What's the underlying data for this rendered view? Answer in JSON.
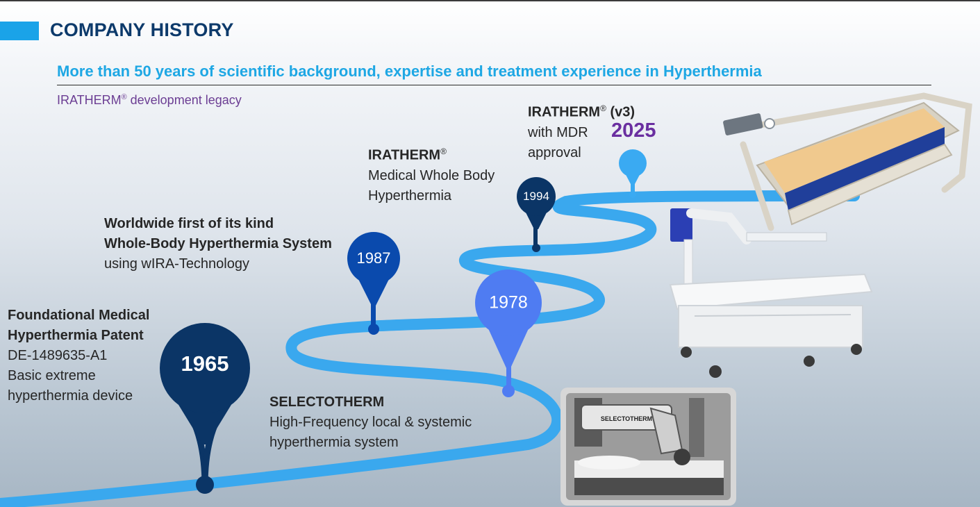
{
  "header": {
    "title": "COMPANY HISTORY",
    "subtitle": "More than 50 years of scientific background, expertise and treatment experience in Hyperthermia",
    "legacy_text": "IRATHERM",
    "legacy_reg": "®",
    "legacy_rest": " development legacy"
  },
  "milestones": [
    {
      "year": "1965",
      "line1": "Foundational Medical",
      "line2": "Hyperthermia Patent",
      "line3": "DE-1489635-A1",
      "line4": "Basic extreme",
      "line5": "hyperthermia device"
    },
    {
      "year": "1978",
      "line1": "SELECTOTHERM",
      "line2": "High-Frequency local & systemic",
      "line3": "hyperthermia system"
    },
    {
      "year": "1987",
      "line1": "Worldwide first of its kind",
      "line2": "Whole-Body Hyperthermia System",
      "line3": "using wIRA-Technology"
    },
    {
      "year": "1994",
      "line1": "IRATHERM",
      "line1_reg": "®",
      "line2": "Medical Whole Body",
      "line3": "Hyperthermia"
    },
    {
      "year": "2025",
      "line1": "IRATHERM",
      "line1_reg": "®",
      "line1_rest": " (v3)",
      "line2": "with MDR",
      "line3": "approval"
    }
  ],
  "photo": {
    "selectotherm_label": "SELECTOTHERM"
  },
  "colors": {
    "title": "#0d3a6b",
    "subtitle": "#1ea7e4",
    "road": "#3aa8ee",
    "pin_1965": "#0b3566",
    "pin_1978": "#4f7cf2",
    "pin_1987": "#0a4aad",
    "pin_1994": "#0b3566",
    "pin_2025": "#3aaaf2",
    "year_2025": "#6a2fa0"
  }
}
